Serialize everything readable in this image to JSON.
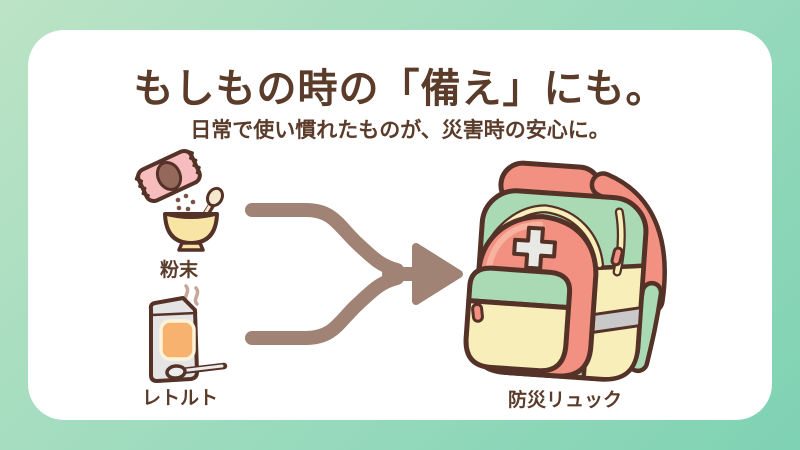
{
  "card": {
    "title": "もしもの時の「備え」にも。",
    "subtitle": "日常で使い慣れたものが、災害時の安心に。"
  },
  "sources": [
    {
      "label": "粉末",
      "icon": "powder-sachet-bowl-icon"
    },
    {
      "label": "レトルト",
      "icon": "retort-pouch-icon"
    }
  ],
  "arrow": {
    "icon": "merge-arrow-icon"
  },
  "result": {
    "label": "防災リュック",
    "icon": "emergency-backpack-icon"
  },
  "colors": {
    "bg-start": "#bce3c5",
    "bg-mid": "#9adabd",
    "bg-end": "#7fd2b4",
    "card-bg": "#ffffff",
    "text-brown": "#5b3b29",
    "outline-brown": "#543227",
    "arrow": "#a08375",
    "coral": "#f29081",
    "coral-light": "#f8b2a0",
    "mint": "#a9dab4",
    "cream": "#f8eeb9",
    "pink": "#f6bcbe",
    "oval-brown": "#95685c",
    "bowl-yellow": "#f8e5a6",
    "pouch-gray": "#e4e4e4",
    "label-orange": "#f6b26e",
    "label-border": "#fdf3d8",
    "steam": "#c7a79b",
    "cross-gray": "#e8e8e5",
    "stripe-gray": "#c9c9c9",
    "dot-brown": "#7a5245",
    "spoon-cream": "#f4e8cf",
    "spoon-gray": "#ebebeb"
  }
}
